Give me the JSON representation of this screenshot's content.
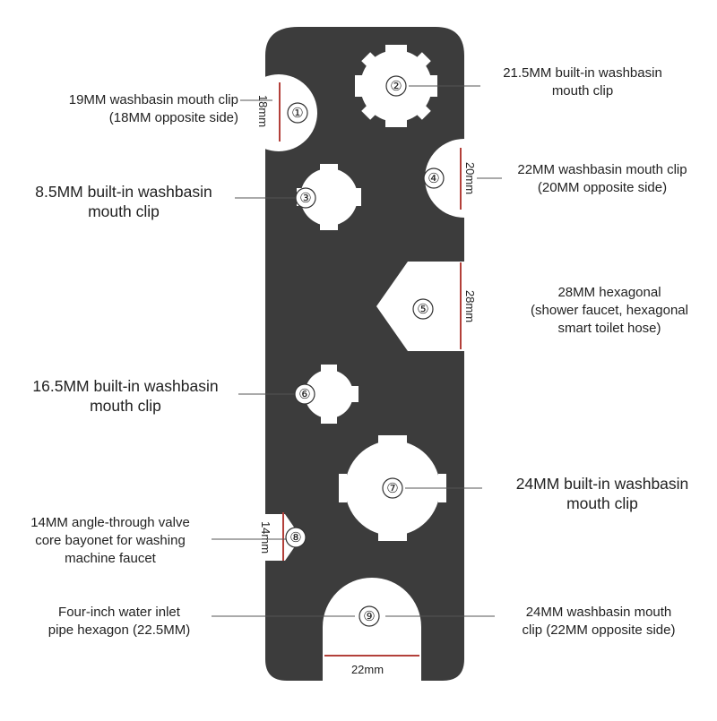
{
  "colors": {
    "tool": "#3c3c3c",
    "background": "#ffffff",
    "dimension_line": "#b3403a",
    "text": "#222222"
  },
  "markers": [
    "①",
    "②",
    "③",
    "④",
    "⑤",
    "⑥",
    "⑦",
    "⑧",
    "⑨"
  ],
  "dimensions": {
    "d1": "18mm",
    "d4": "20mm",
    "d5": "28mm",
    "d8": "14mm",
    "d9": "22mm"
  },
  "labels": {
    "l1": [
      "19MM washbasin mouth clip",
      "(18MM opposite side)"
    ],
    "l2": [
      "21.5MM built-in washbasin",
      "mouth clip"
    ],
    "l3": [
      "8.5MM built-in washbasin",
      "mouth clip"
    ],
    "l4": [
      "22MM washbasin mouth clip",
      "(20MM opposite side)"
    ],
    "l5": [
      "28MM hexagonal",
      "(shower faucet, hexagonal",
      "smart toilet hose)"
    ],
    "l6": [
      "16.5MM built-in washbasin",
      "mouth clip"
    ],
    "l7": [
      "24MM built-in washbasin",
      "mouth clip"
    ],
    "l8": [
      "14MM angle-through valve",
      "core bayonet for washing",
      "machine faucet"
    ],
    "l9a": [
      "Four-inch water inlet",
      "pipe hexagon (22.5MM)"
    ],
    "l9b": [
      "24MM washbasin mouth",
      "clip (22MM opposite side)"
    ]
  }
}
